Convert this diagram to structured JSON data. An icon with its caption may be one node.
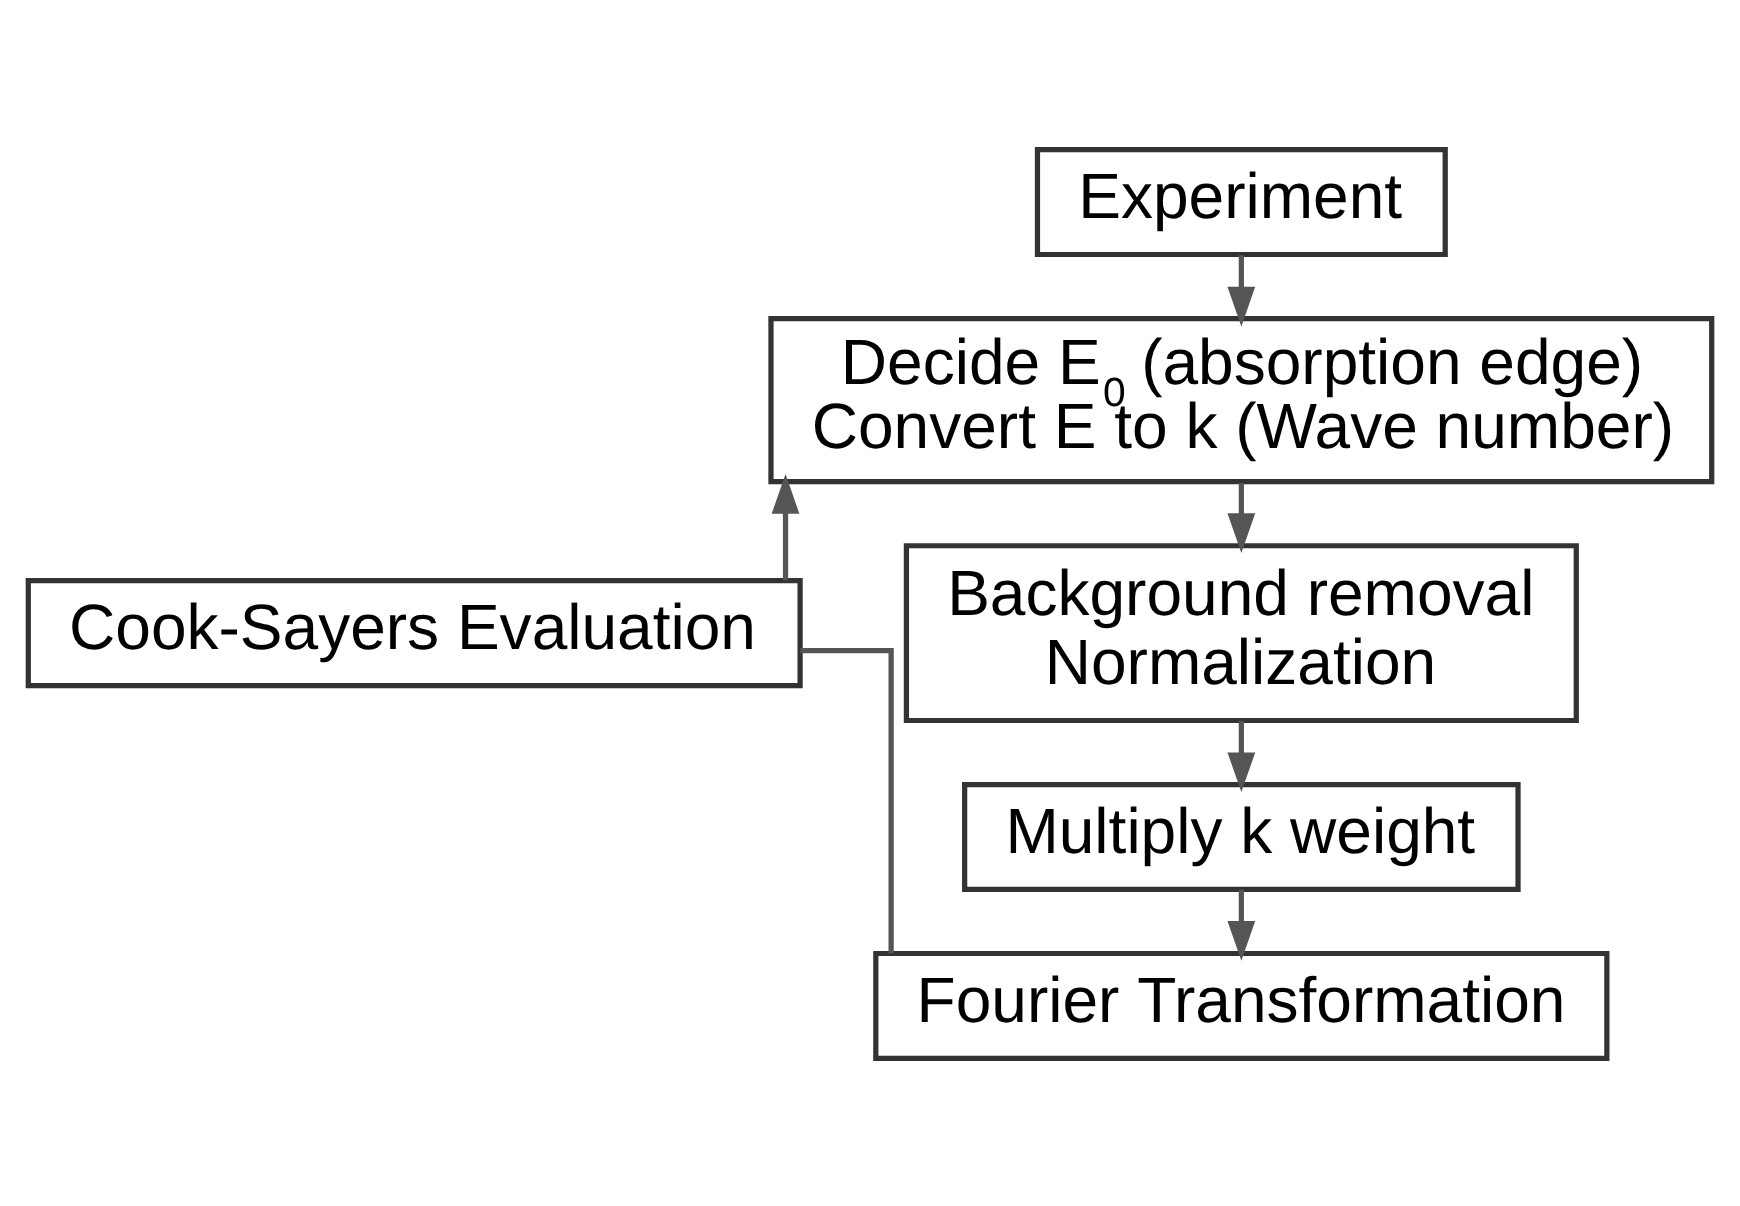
{
  "diagram": {
    "nodes": [
      {
        "text": [
          "Experiment"
        ]
      },
      {
        "text": [
          "Decide E$_{0}$ (absorption edge)",
          "Convert E to k (Wave number)"
        ]
      },
      {
        "text": [
          "Background removal",
          "Normalization"
        ]
      },
      {
        "text": [
          "Multiply k weight"
        ]
      },
      {
        "text": [
          "Fourier Transformation"
        ]
      },
      {
        "text": [
          "Cook-Sayers Evaluation"
        ]
      }
    ],
    "edges": [
      {
        "from": 0,
        "to": 1,
        "arrow": "to"
      },
      {
        "from": 1,
        "to": 2,
        "arrow": "to"
      },
      {
        "from": 2,
        "to": 3,
        "arrow": "to"
      },
      {
        "from": 3,
        "to": 4,
        "arrow": "to"
      },
      {
        "from": 4,
        "to": 5,
        "arrow": "none"
      },
      {
        "from": 5,
        "to": 1,
        "arrow": "to"
      }
    ]
  }
}
